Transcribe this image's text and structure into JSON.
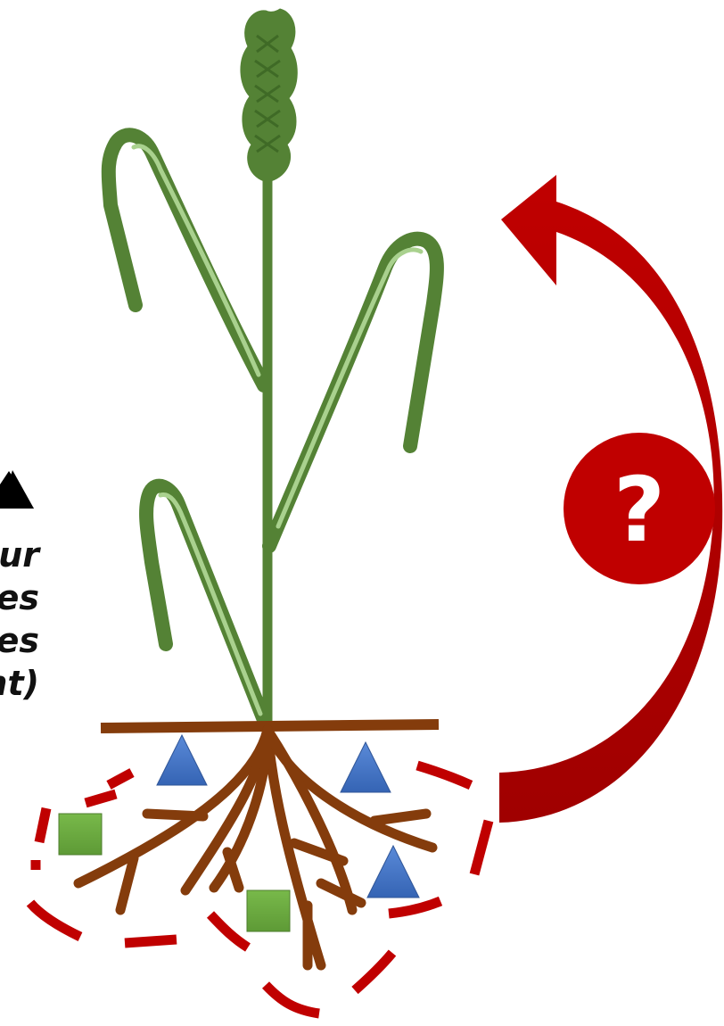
{
  "colors": {
    "stem": "#548235",
    "leaf_highlight": "#a9d18e",
    "soil": "#843c0c",
    "exudate_zone": "#c00000",
    "arrow": "#c00000",
    "triangle": "#4472c4",
    "square": "#70ad47"
  },
  "icons": {
    "plant": "wheat-plant-icon",
    "roots": "root-system-icon",
    "feedback": "curved-arrow-icon",
    "question": "question-mark-icon"
  },
  "side_text": {
    "line1": "ur",
    "line2": "es",
    "line3": "es",
    "line4": "nt)"
  },
  "question_label": "?"
}
